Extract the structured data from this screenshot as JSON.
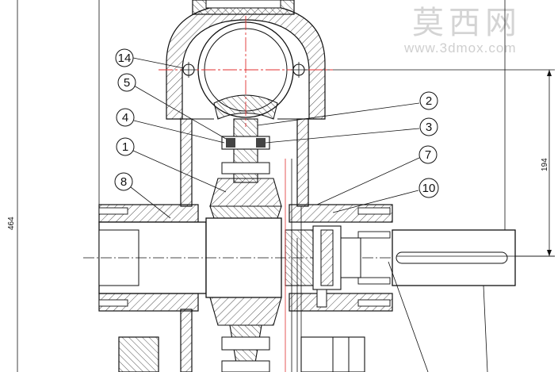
{
  "watermark": {
    "chinese": "莫西网",
    "url": "www.3dmox.com"
  },
  "dimensions": [
    {
      "id": "overall-height",
      "text": "464"
    },
    {
      "id": "shaft-offset",
      "text": "194"
    }
  ],
  "callouts": [
    {
      "id": "14",
      "label": "14"
    },
    {
      "id": "5",
      "label": "5"
    },
    {
      "id": "4",
      "label": "4"
    },
    {
      "id": "1",
      "label": "1"
    },
    {
      "id": "8",
      "label": "8"
    },
    {
      "id": "2",
      "label": "2"
    },
    {
      "id": "3",
      "label": "3"
    },
    {
      "id": "7",
      "label": "7"
    },
    {
      "id": "10",
      "label": "10"
    }
  ],
  "colors": {
    "line": "#111111",
    "red_line": "#e03030",
    "hatch": "#222222",
    "watermark": "#d4d4d4"
  }
}
